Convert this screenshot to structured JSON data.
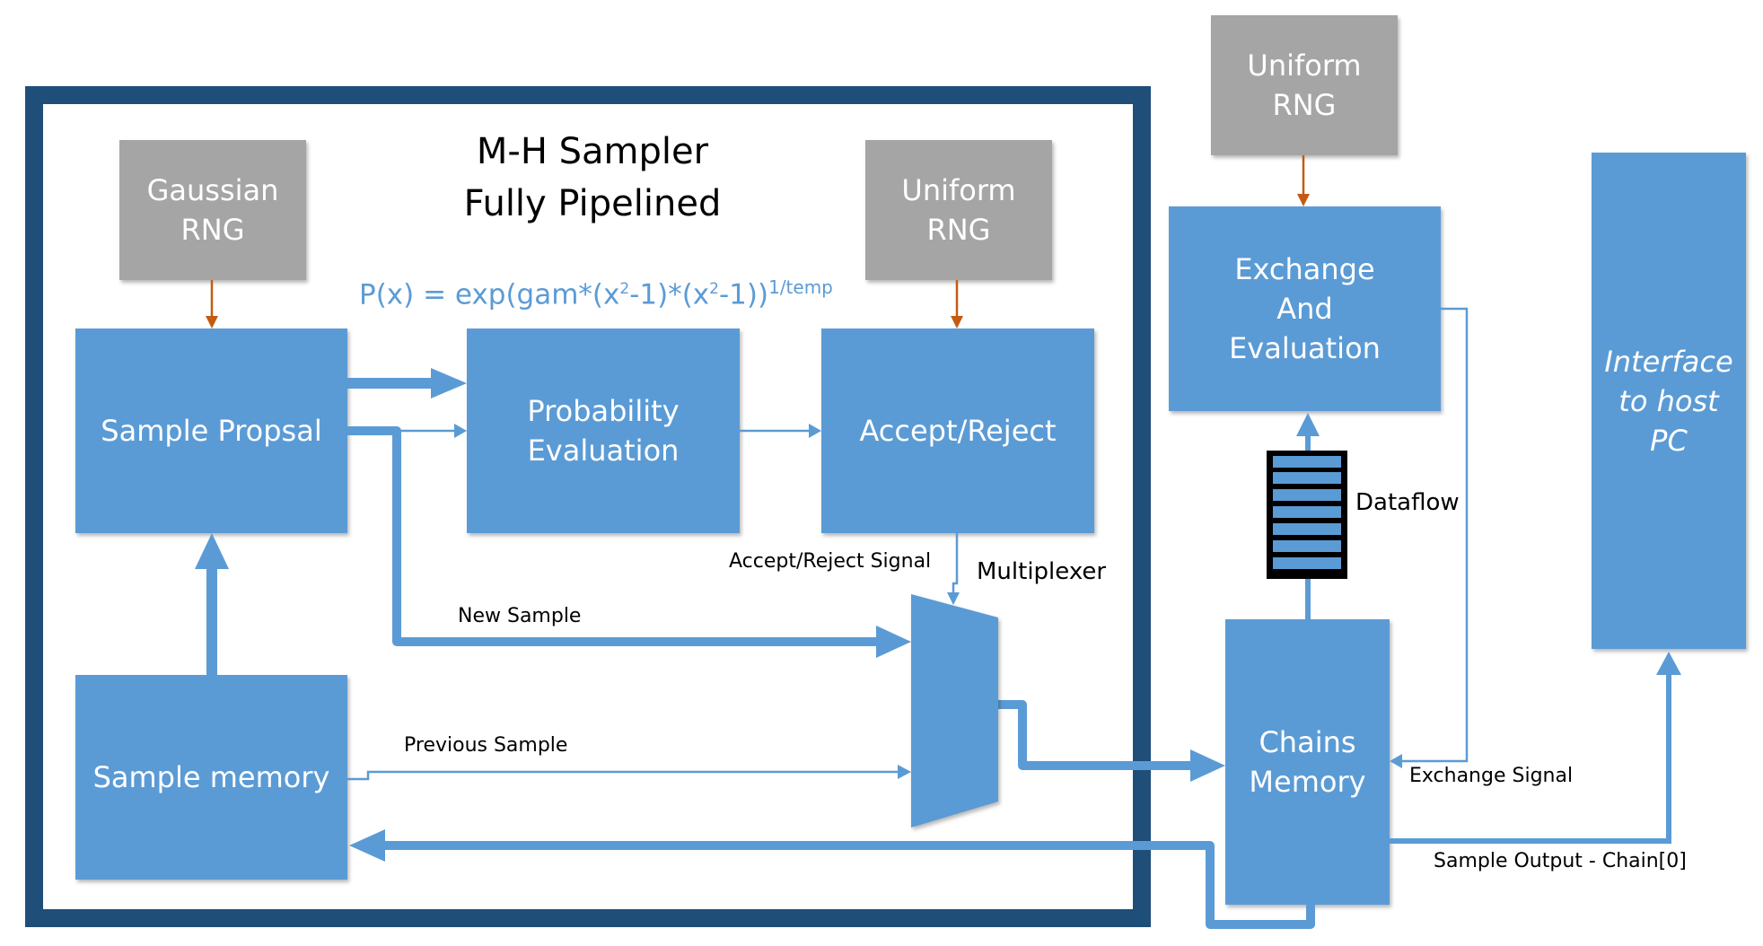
{
  "title": {
    "line1": "M-H Sampler",
    "line2": "Fully Pipelined"
  },
  "formula": {
    "main": "P(x) = exp(gam*(x",
    "sq1": "2",
    "mid": "-1)*(x",
    "sq2": "2",
    "end": "-1))",
    "exp": "1/temp"
  },
  "boxes": {
    "gaussian_rng": "Gaussian\nRNG",
    "uniform_rng_inner": "Uniform\nRNG",
    "uniform_rng_outer": "Uniform\nRNG",
    "sample_proposal": "Sample Propsal",
    "probability_evaluation": "Probability\nEvaluation",
    "accept_reject": "Accept/Reject",
    "sample_memory": "Sample memory",
    "exchange_evaluation": "Exchange\nAnd\nEvaluation",
    "chains_memory": "Chains\nMemory",
    "interface": "Interface\nto host\nPC"
  },
  "labels": {
    "accept_reject_signal": "Accept/Reject Signal",
    "multiplexer": "Multiplexer",
    "new_sample": "New Sample",
    "previous_sample": "Previous Sample",
    "dataflow": "Dataflow",
    "exchange_signal": "Exchange Signal",
    "sample_output": "Sample Output - Chain[0]"
  },
  "colors": {
    "block_blue": "#5b9bd5",
    "rng_gray": "#a5a5a5",
    "frame_navy": "#1f4e79",
    "rng_arrow_orange": "#c55a11",
    "formula_blue": "#5b9bd5"
  }
}
